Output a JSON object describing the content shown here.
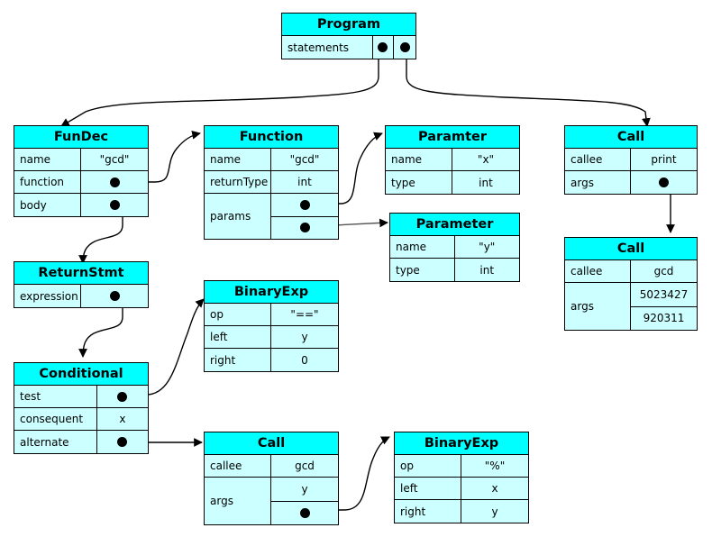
{
  "diagram": {
    "title": "AST object diagram",
    "colors": {
      "node_header": "#00ffff",
      "node_body": "#ccffff",
      "border": "#000000",
      "edge": "#000000",
      "background": "#ffffff"
    },
    "nodes": [
      {
        "id": "program",
        "title": "Program",
        "rows": [
          {
            "key": "statements",
            "values": [
              "pointer-dot",
              "pointer-dot"
            ],
            "layout": "two-columns"
          }
        ]
      },
      {
        "id": "fundec",
        "title": "FunDec",
        "rows": [
          {
            "key": "name",
            "value": "\"gcd\""
          },
          {
            "key": "function",
            "value": "pointer-dot"
          },
          {
            "key": "body",
            "value": "pointer-dot"
          }
        ]
      },
      {
        "id": "function",
        "title": "Function",
        "rows": [
          {
            "key": "name",
            "value": "\"gcd\""
          },
          {
            "key": "returnType",
            "value": "int"
          },
          {
            "key": "params",
            "values": [
              "pointer-dot",
              "pointer-dot"
            ],
            "layout": "stacked"
          }
        ]
      },
      {
        "id": "paramter1",
        "title": "Paramter",
        "rows": [
          {
            "key": "name",
            "value": "\"x\""
          },
          {
            "key": "type",
            "value": "int"
          }
        ]
      },
      {
        "id": "parameter2",
        "title": "Parameter",
        "rows": [
          {
            "key": "name",
            "value": "\"y\""
          },
          {
            "key": "type",
            "value": "int"
          }
        ]
      },
      {
        "id": "call-print",
        "title": "Call",
        "rows": [
          {
            "key": "callee",
            "value": "print"
          },
          {
            "key": "args",
            "value": "pointer-dot"
          }
        ]
      },
      {
        "id": "call-gcd-nums",
        "title": "Call",
        "rows": [
          {
            "key": "callee",
            "value": "gcd"
          },
          {
            "key": "args",
            "values": [
              "5023427",
              "920311"
            ],
            "layout": "stacked"
          }
        ]
      },
      {
        "id": "returnstmt",
        "title": "ReturnStmt",
        "rows": [
          {
            "key": "expression",
            "value": "pointer-dot"
          }
        ]
      },
      {
        "id": "conditional",
        "title": "Conditional",
        "rows": [
          {
            "key": "test",
            "value": "pointer-dot"
          },
          {
            "key": "consequent",
            "value": "x"
          },
          {
            "key": "alternate",
            "value": "pointer-dot"
          }
        ]
      },
      {
        "id": "binaryexp-eq",
        "title": "BinaryExp",
        "rows": [
          {
            "key": "op",
            "value": "\"==\""
          },
          {
            "key": "left",
            "value": "y"
          },
          {
            "key": "right",
            "value": "0"
          }
        ]
      },
      {
        "id": "call-gcd-recursive",
        "title": "Call",
        "rows": [
          {
            "key": "callee",
            "value": "gcd"
          },
          {
            "key": "args",
            "values": [
              "y",
              "pointer-dot"
            ],
            "layout": "stacked"
          }
        ]
      },
      {
        "id": "binaryexp-mod",
        "title": "BinaryExp",
        "rows": [
          {
            "key": "op",
            "value": "\"%\""
          },
          {
            "key": "left",
            "value": "x"
          },
          {
            "key": "right",
            "value": "y"
          }
        ]
      }
    ],
    "edges": [
      {
        "from": "program.statements[0]",
        "to": "fundec"
      },
      {
        "from": "program.statements[1]",
        "to": "call-print"
      },
      {
        "from": "fundec.function",
        "to": "function"
      },
      {
        "from": "fundec.body",
        "to": "returnstmt"
      },
      {
        "from": "function.params[0]",
        "to": "paramter1"
      },
      {
        "from": "function.params[1]",
        "to": "parameter2"
      },
      {
        "from": "call-print.args",
        "to": "call-gcd-nums"
      },
      {
        "from": "returnstmt.expression",
        "to": "conditional"
      },
      {
        "from": "conditional.test",
        "to": "binaryexp-eq"
      },
      {
        "from": "conditional.alternate",
        "to": "call-gcd-recursive"
      },
      {
        "from": "call-gcd-recursive.args[1]",
        "to": "binaryexp-mod"
      }
    ]
  }
}
